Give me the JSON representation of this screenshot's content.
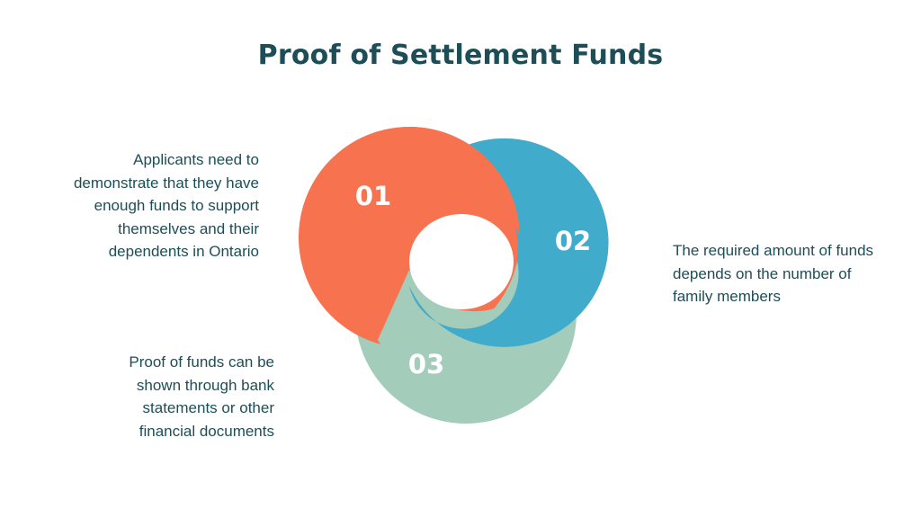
{
  "title": "Proof of Settlement Funds",
  "colors": {
    "title_text": "#1d4e57",
    "body_text": "#1d4e57",
    "segment_01": "#f7724f",
    "segment_02": "#41abcc",
    "segment_03": "#a3ccbb",
    "number_text": "#ffffff"
  },
  "items": [
    {
      "number": "01",
      "text": "Applicants need to demonstrate that they have enough funds to support themselves and their dependents in Ontario"
    },
    {
      "number": "02",
      "text": "The required amount of funds depends on the number of family members"
    },
    {
      "number": "03",
      "text": "Proof of funds can be shown through bank statements or other financial documents"
    }
  ]
}
